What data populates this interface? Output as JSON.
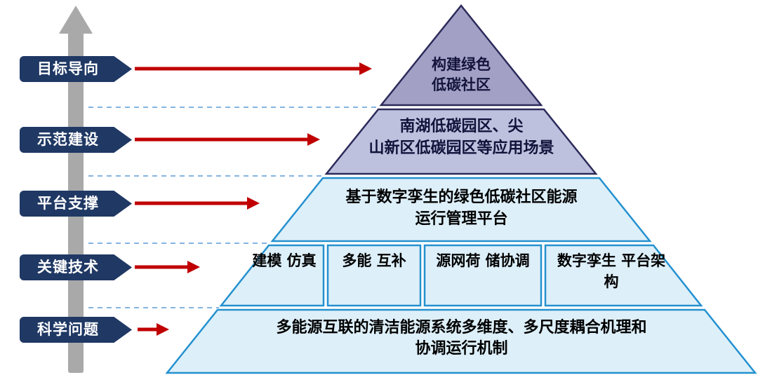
{
  "left_labels": [
    "目标导向",
    "示范建设",
    "平台支撑",
    "关键技术",
    "科学问题"
  ],
  "pyramid": {
    "tiers": [
      {
        "name": "goal",
        "lines": [
          "构建绿色",
          "低碳社区"
        ]
      },
      {
        "name": "demo",
        "lines": [
          "南湖低碳园区、尖",
          "山新区低碳园区等应用场景"
        ]
      },
      {
        "name": "platform",
        "lines": [
          "基于数字孪生的绿色低碳社区能源",
          "运行管理平台"
        ]
      },
      {
        "name": "technology",
        "cells": [
          [
            "建模",
            "仿真"
          ],
          [
            "多能",
            "互补"
          ],
          [
            "源网荷",
            "储协调"
          ],
          [
            "数字孪生",
            "平台架构"
          ]
        ]
      },
      {
        "name": "science",
        "lines": [
          "多能源互联的清洁能源系统多维度、多尺度耦合机理和",
          "协调运行机制"
        ]
      }
    ]
  },
  "icons": {
    "up_arrow": "↑",
    "right_arrow": "→"
  },
  "colors": {
    "label_bg": "#1F3864",
    "arrow_red": "#C00000",
    "up_arrow_gray": "#A9A9A9",
    "tier1_fill": "#A2A1C5",
    "tier2_fill": "#BDC1DE",
    "tier_light_fill": "#DDEFF9",
    "tier_top_border": "#2C2A5A",
    "tier_light_border": "#2491CF",
    "dashed_line": "#5B9BD5"
  }
}
